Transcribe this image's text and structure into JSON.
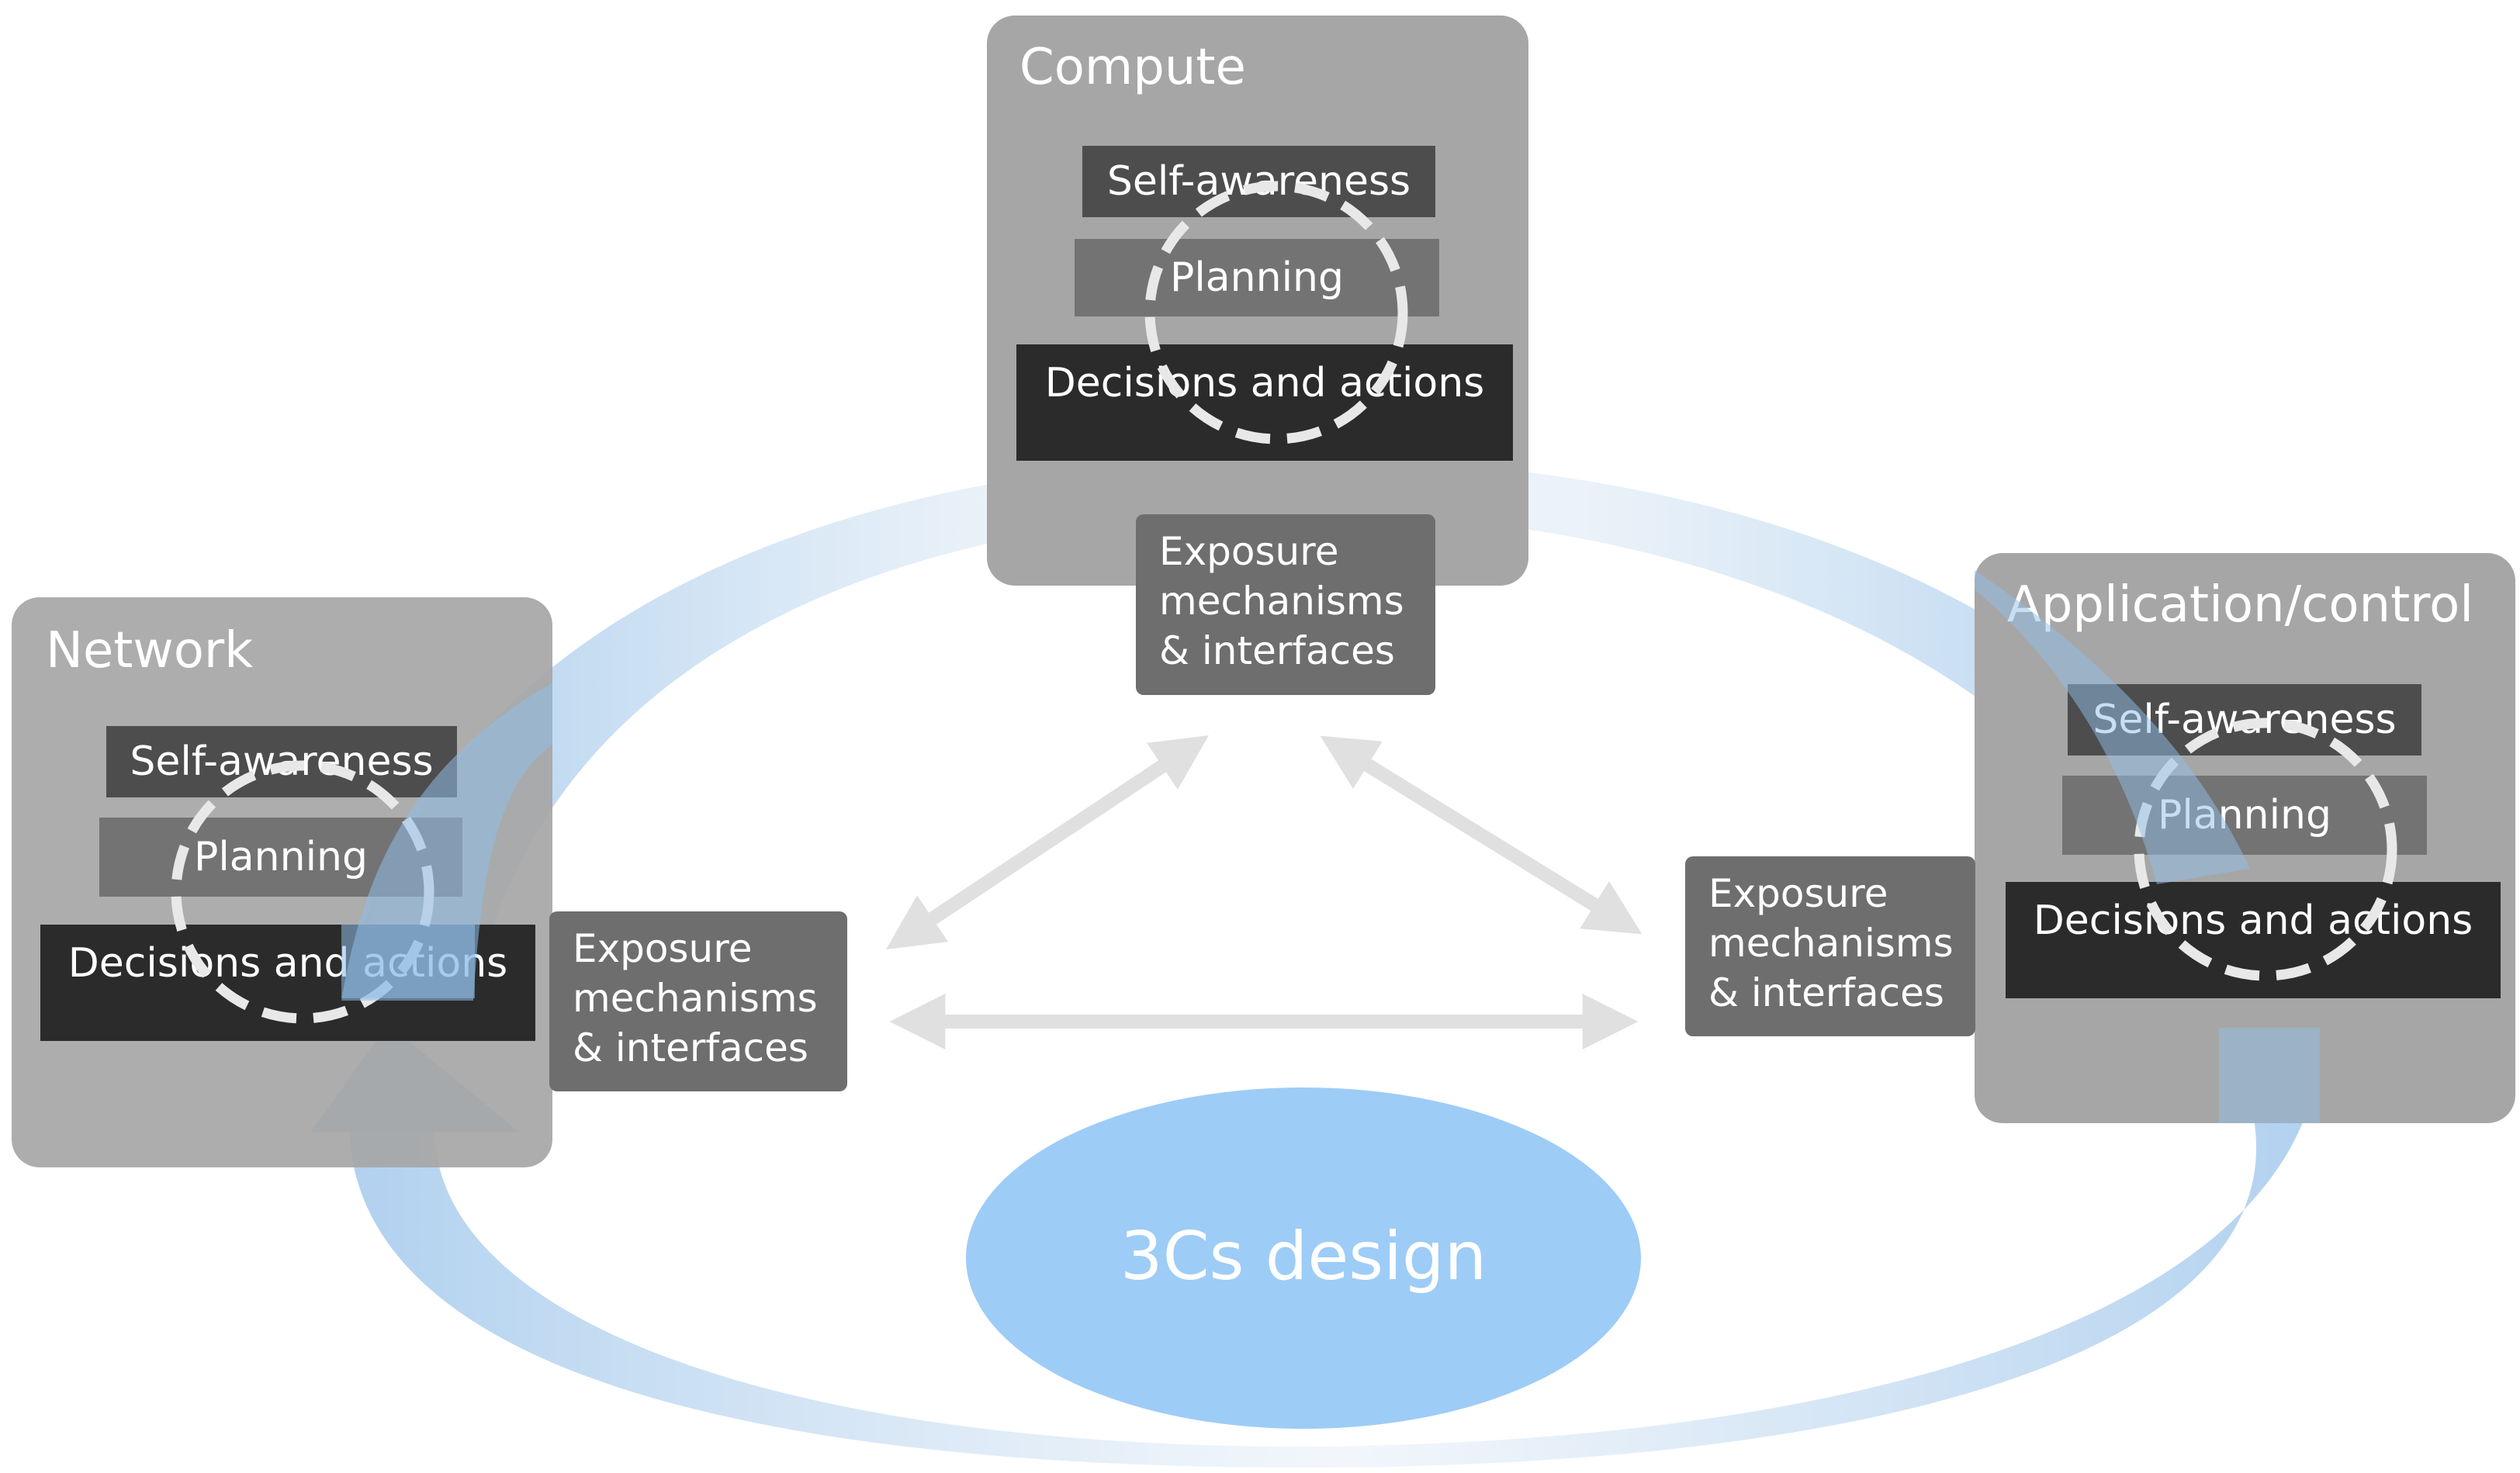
{
  "colors": {
    "panel": "#a6a6a6",
    "bar_self_awareness": "#4d4d4d",
    "bar_planning": "#737373",
    "bar_decisions": "#2b2b2b",
    "exposure_box": "#6e6e6e",
    "flow_arrow": "#8fbde8",
    "ellipse": "#9dccf7",
    "connector_arrows": "#e0e0e0",
    "dashed_loop": "#e8e8e8"
  },
  "compute": {
    "title": "Compute",
    "self_awareness": "Self-awareness",
    "planning": "Planning",
    "decisions": "Decisions and actions",
    "exposure": [
      "Exposure",
      "mechanisms",
      "& interfaces"
    ]
  },
  "network": {
    "title": "Network",
    "self_awareness": "Self-awareness",
    "planning": "Planning",
    "decisions": "Decisions and actions",
    "exposure": [
      "Exposure",
      "mechanisms",
      "& interfaces"
    ]
  },
  "application": {
    "title": "Application/control",
    "self_awareness": "Self-awareness",
    "planning": "Planning",
    "decisions": "Decisions and actions",
    "exposure": [
      "Exposure",
      "mechanisms",
      "& interfaces"
    ]
  },
  "center": {
    "label": "3Cs design"
  },
  "icons": {
    "loop": "dashed-circular-loop-icon",
    "flow": "curved-flow-arrow-icon",
    "connector": "double-headed-arrow-icon"
  }
}
